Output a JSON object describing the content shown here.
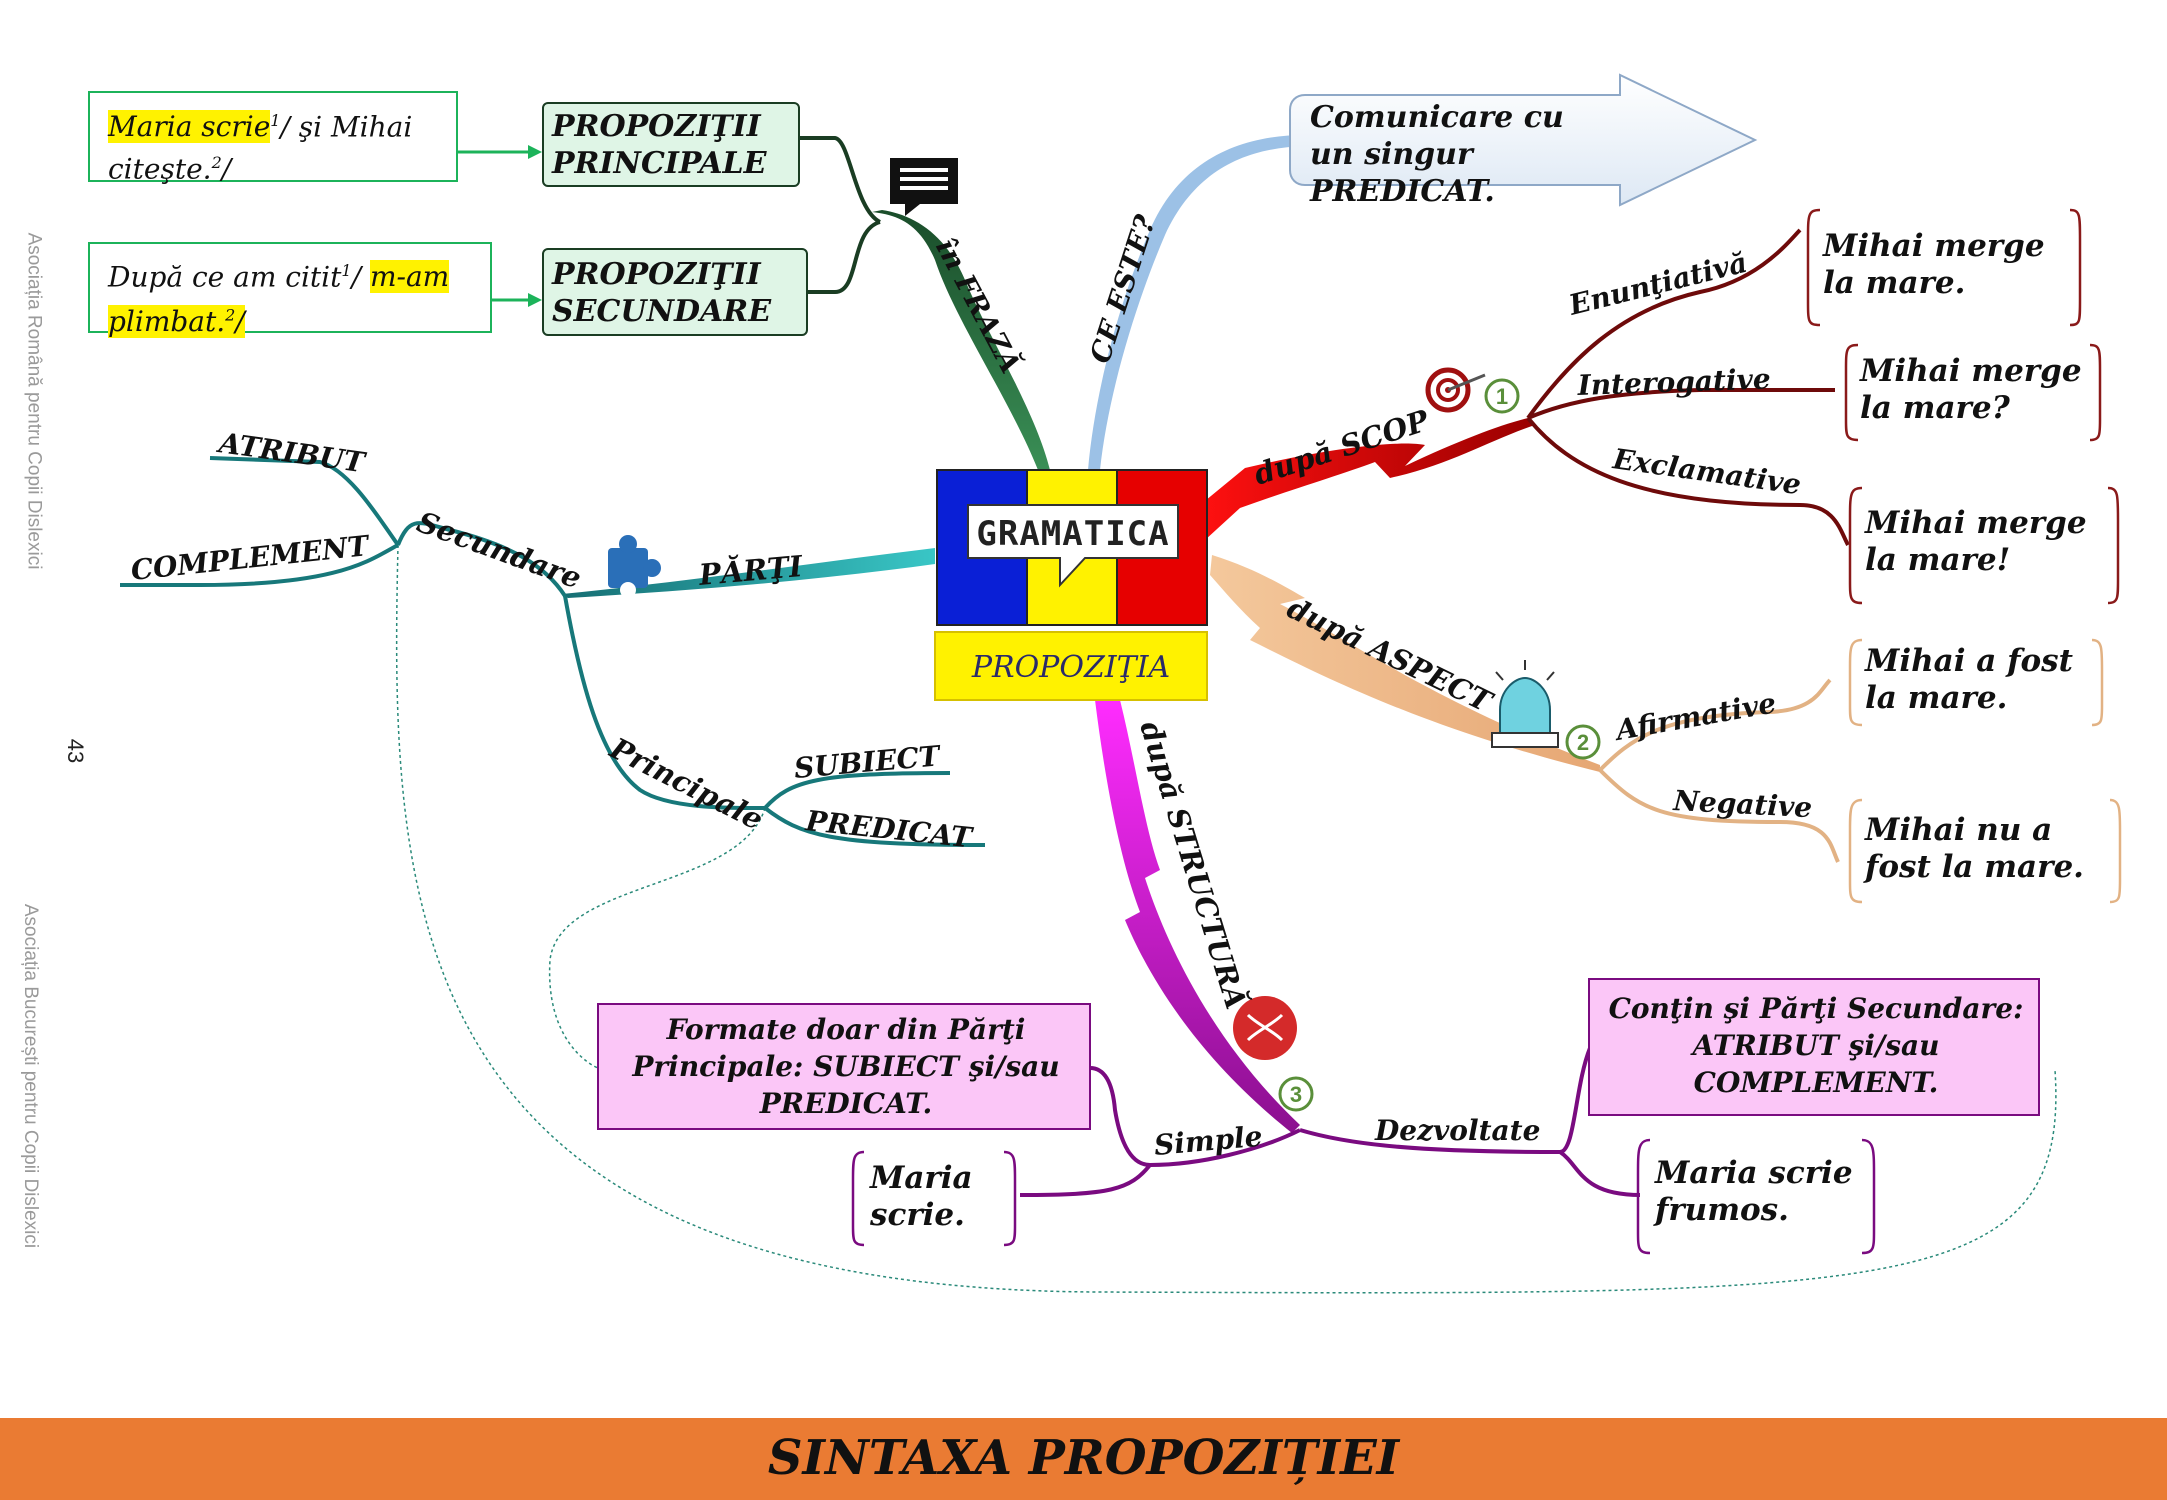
{
  "page": {
    "side_text_1": "Asociația Română pentru Copii Dislexici",
    "side_text_2": "Asociația București pentru Copii Dislexici",
    "page_number": "43",
    "footer_title": "SINTAXA PROPOZIȚIEI",
    "footer_color": "#ea7b33"
  },
  "center": {
    "title": "GRAMATICA",
    "subtitle": "PROPOZIŢIA",
    "colors": [
      "#0a1fd6",
      "#fff200",
      "#e60000"
    ]
  },
  "branches": {
    "in_fraza": {
      "label": "în FRAZĂ",
      "color": "#2e7d4f",
      "node_1": "PROPOZIŢII PRINCIPALE",
      "node_2": "PROPOZIŢII SECUNDARE",
      "example_1": {
        "highlight": "Maria scrie",
        "sup1": "1",
        "rest": "/ şi Mihai",
        "line2": "citeşte.",
        "sup2": "2",
        "end": "/"
      },
      "example_2": {
        "line1": "După ce am citit",
        "sup1": "1",
        "slash": "/ ",
        "highlight1": "m-am",
        "highlight2": "plimbat.",
        "sup2": "2",
        "end": "/"
      }
    },
    "ce_este": {
      "label": "CE ESTE?",
      "color": "#8fb6de",
      "answer": "Comunicare cu un singur PREDICAT."
    },
    "dupa_scop": {
      "label": "după SCOP",
      "number": "1",
      "color": "#e00000",
      "items": [
        {
          "label": "Enunţiativă",
          "example": "Mihai merge la mare."
        },
        {
          "label": "Interogative",
          "example": "Mihai merge la mare?"
        },
        {
          "label": "Exclamative",
          "example": "Mihai merge la mare!"
        }
      ]
    },
    "dupa_aspect": {
      "label": "după ASPECT",
      "number": "2",
      "color": "#e8b384",
      "items": [
        {
          "label": "Afirmative",
          "example": "Mihai a fost la mare."
        },
        {
          "label": "Negative",
          "example": "Mihai nu a fost la mare."
        }
      ]
    },
    "dupa_structura": {
      "label": "după STRUCTURĂ",
      "number": "3",
      "color": "#c013c4",
      "simple": {
        "label": "Simple",
        "definition": "Formate doar din Părţi Principale: SUBIECT şi/sau PREDICAT.",
        "example": "Maria scrie."
      },
      "dezvoltate": {
        "label": "Dezvoltate",
        "definition": "Conţin şi Părţi Secundare: ATRIBUT şi/sau COMPLEMENT.",
        "example": "Maria scrie frumos."
      }
    },
    "parti": {
      "label": "PĂRŢI",
      "color": "#1d8b8b",
      "secundare": {
        "label": "Secundare",
        "items": [
          "ATRIBUT",
          "COMPLEMENT"
        ]
      },
      "principale": {
        "label": "Principale",
        "items": [
          "SUBIECT",
          "PREDICAT"
        ]
      }
    }
  }
}
